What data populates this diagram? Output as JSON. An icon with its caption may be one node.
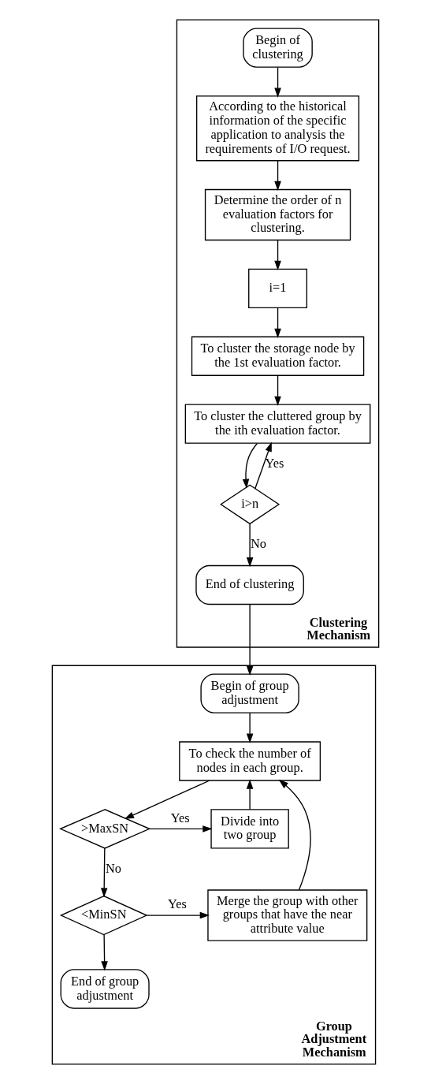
{
  "diagram": {
    "nodes": [
      {
        "text": [
          "Clustering Mechanism"
        ]
      },
      {
        "text": [
          "Begin of clustering"
        ],
        "in": 0
      },
      {
        "text": [
          "According to the historical information of the specific application to analysis the requirements of I/O request."
        ],
        "in": 0
      },
      {
        "text": [
          "Determine the order of n evaluation factors for clustering."
        ],
        "in": 0
      },
      {
        "text": [
          "i=1"
        ],
        "in": 0
      },
      {
        "text": [
          "To cluster the storage node by the 1st evaluation factor."
        ],
        "in": 0
      },
      {
        "text": [
          "To cluster the cluttered group by the ith evaluation factor."
        ],
        "in": 0
      },
      {
        "text": [
          "i>n"
        ],
        "in": 0
      },
      {
        "text": [
          "End of clustering"
        ],
        "in": 0
      },
      {
        "text": [
          "Group Adjustment Mechanism"
        ]
      },
      {
        "text": [
          "Begin of group adjustment"
        ],
        "in": 9
      },
      {
        "text": [
          "To check the number of nodes in each group."
        ],
        "in": 9
      },
      {
        "text": [
          ">MaxSN"
        ],
        "in": 9
      },
      {
        "text": [
          "Divide into two group"
        ],
        "in": 9
      },
      {
        "text": [
          "Merge the group with other groups that have the near attribute value"
        ],
        "in": 9
      },
      {
        "text": [
          "<MinSN"
        ],
        "in": 9
      },
      {
        "text": [
          "End of group adjustment"
        ],
        "in": 9
      }
    ],
    "edges": [
      {
        "from": 1,
        "to": 2,
        "arrow": "to"
      },
      {
        "from": 2,
        "to": 3,
        "arrow": "to"
      },
      {
        "from": 3,
        "to": 4,
        "arrow": "to"
      },
      {
        "from": 4,
        "to": 5,
        "arrow": "to"
      },
      {
        "from": 5,
        "to": 6,
        "arrow": "to"
      },
      {
        "from": 6,
        "to": 7,
        "arrow": "to"
      },
      {
        "from": 7,
        "to": 6,
        "arrow": "to",
        "label": "Yes"
      },
      {
        "from": 7,
        "to": 8,
        "arrow": "to",
        "label": "No"
      },
      {
        "from": 8,
        "to": 10,
        "arrow": "to"
      },
      {
        "from": 10,
        "to": 11,
        "arrow": "to"
      },
      {
        "from": 11,
        "to": 12,
        "arrow": "to"
      },
      {
        "from": 12,
        "to": 13,
        "arrow": "to",
        "label": "Yes"
      },
      {
        "from": 13,
        "to": 11,
        "arrow": "to"
      },
      {
        "from": 12,
        "to": 15,
        "arrow": "to",
        "label": "No"
      },
      {
        "from": 15,
        "to": 14,
        "arrow": "to",
        "label": "Yes"
      },
      {
        "from": 14,
        "to": 11,
        "arrow": "to"
      },
      {
        "from": 15,
        "to": 16,
        "arrow": "to"
      }
    ]
  }
}
